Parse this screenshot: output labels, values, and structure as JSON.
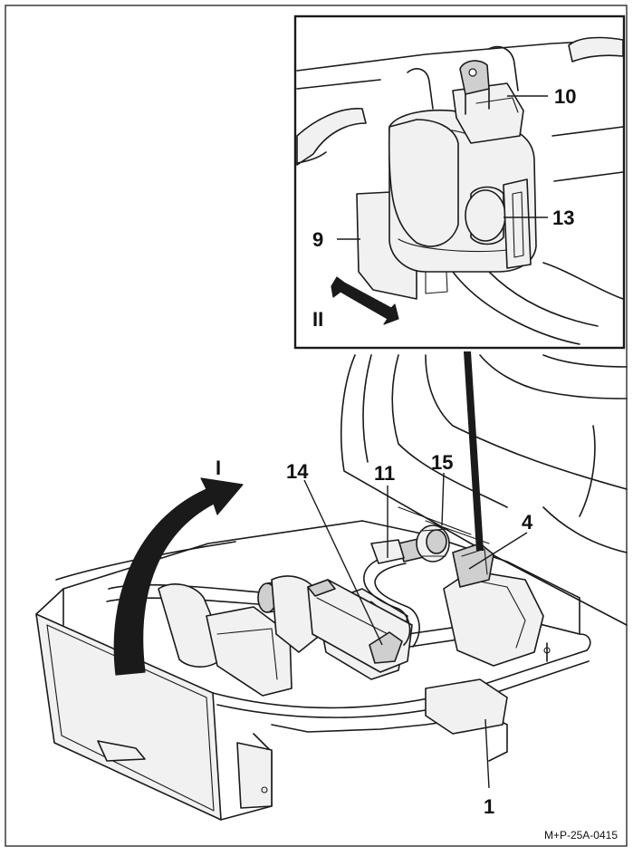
{
  "figure": {
    "reference": "M+P-25A-0415",
    "callouts": {
      "c1": "1",
      "c4": "4",
      "c9": "9",
      "c10": "10",
      "c11": "11",
      "c13": "13",
      "c14": "14",
      "c15": "15",
      "step1": "I",
      "step2": "II"
    }
  },
  "colors": {
    "stroke": "#1a1a1a",
    "frame": "#3a3a3a",
    "fill_light": "#f1f1f1",
    "fill_dark": "#cfcfcf",
    "background": "#ffffff"
  },
  "icons": [
    "rotation-arrow-icon",
    "push-arrow-icon"
  ]
}
